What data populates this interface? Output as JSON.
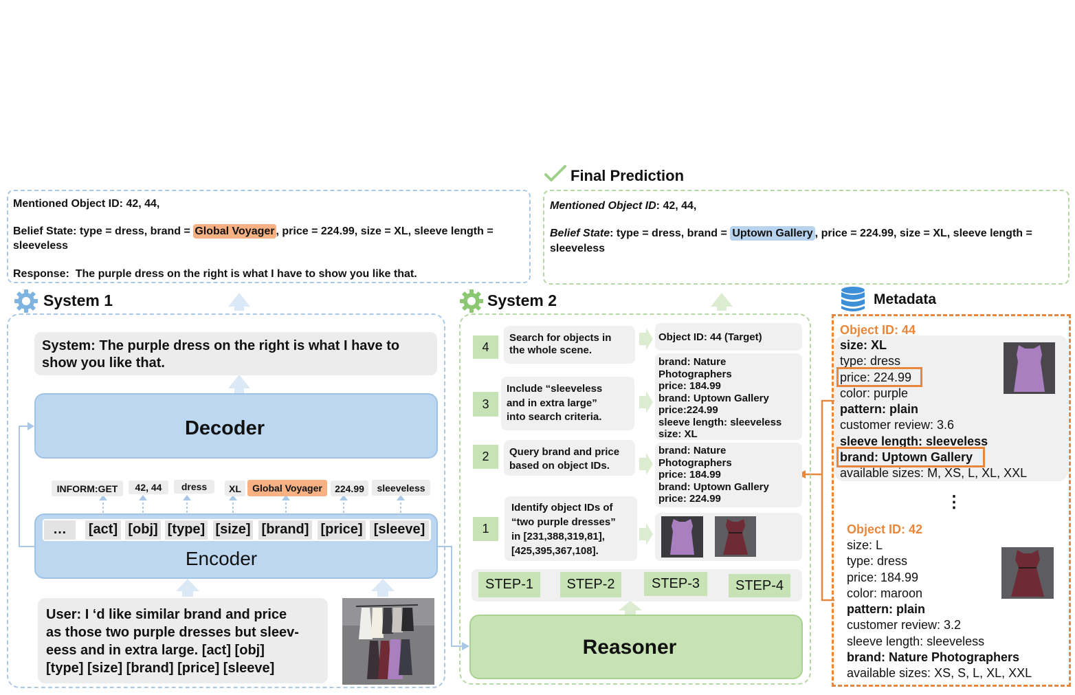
{
  "final_prediction": {
    "title": "Final Prediction",
    "mentioned_label": "Mentioned Object ID",
    "mentioned_value": ": 42, 44,",
    "belief_label": "Belief State",
    "belief_pre": ": type = dress, brand = ",
    "belief_brand": "Uptown Gallery",
    "belief_post": ", price = 224.99, size = XL, sleeve length =",
    "belief_line2": "sleeveless"
  },
  "system1_output": {
    "mentioned": "Mentioned Object ID: 42, 44,",
    "belief_pre": "Belief State: type = dress, brand = ",
    "belief_brand": "Global Voyager",
    "belief_post": ", price = 224.99, size = XL, sleeve length =",
    "belief_line2": "sleeveless",
    "response": "Response:  The purple dress on the right is what I have to show you like that."
  },
  "system1": {
    "title": "System 1",
    "system_text_1": "System: The purple dress on the right is what I have to",
    "system_text_2": "show you like that.",
    "decoder": "Decoder",
    "encoder": "Encoder",
    "slots": {
      "ellipsis": "…",
      "act": "[act]",
      "obj": "[obj]",
      "type": "[type]",
      "size": "[size]",
      "brand": "[brand]",
      "price": "[price]",
      "sleeve": "[sleeve]"
    },
    "chips": {
      "act": "INFORM:GET",
      "obj": "42, 44",
      "type": "dress",
      "size": "XL",
      "brand": "Global Voyager",
      "price": "224.99",
      "sleeve": "sleeveless"
    },
    "user_lines": [
      "User: I ‘d like similar brand and price",
      "as those two purple dresses but sleev-",
      "eess and in extra large. [act] [obj]",
      "[type] [size] [brand] [price] [sleeve]"
    ]
  },
  "system2": {
    "title": "System 2",
    "steps": [
      {
        "num": "4",
        "lines": [
          "Search for objects in",
          "the whole scene."
        ]
      },
      {
        "num": "3",
        "lines": [
          "Include “sleeveless",
          "and in extra large”",
          "into search criteria."
        ]
      },
      {
        "num": "2",
        "lines": [
          "Query brand and price",
          "based on object IDs."
        ]
      },
      {
        "num": "1",
        "lines": [
          "Identify object IDs of",
          "“two purple dresses”",
          "in [231,388,319,81],",
          "[425,395,367,108]."
        ]
      }
    ],
    "results": {
      "r4": [
        "Object ID: 44 (Target)"
      ],
      "r3": [
        "brand: Nature",
        "Photographers",
        "price: 184.99",
        "brand: Uptown Gallery",
        "price:224.99",
        "sleeve length: sleeveless",
        "size: XL"
      ],
      "r2": [
        "brand: Nature",
        "Photographers",
        "price: 184.99",
        "brand: Uptown Gallery",
        "price: 224.99"
      ]
    },
    "step_labels": [
      "STEP-1",
      "STEP-2",
      "STEP-3",
      "STEP-4"
    ],
    "reasoner": "Reasoner"
  },
  "metadata": {
    "title": "Metadata",
    "obj44": {
      "title": "Object ID: 44",
      "size": "size: XL",
      "type": "type: dress",
      "price": "price: 224.99",
      "color": "color: purple",
      "pattern": "pattern: plain",
      "review": "customer review: 3.6",
      "sleeve": "sleeve length: sleeveless",
      "brand": "brand: Uptown Gallery",
      "sizes": "available sizes: M, XS, L, XL, XXL"
    },
    "ellipsis": "⋮",
    "obj42": {
      "title": "Object ID: 42",
      "size": "size: L",
      "type": "type: dress",
      "price": "price: 184.99",
      "color": "color: maroon",
      "pattern": "pattern: plain",
      "review": "customer review: 3.2",
      "sleeve": "sleeve length: sleeveless",
      "brand": "brand: Nature Photographers",
      "sizes": "available sizes: XS, S, L, XL, XXL"
    }
  },
  "colors": {
    "blue_fill": "#bcd7ef",
    "green_fill": "#c7e2b4",
    "orange": "#e8873c",
    "purple_dress": "#a97fc0",
    "maroon_dress": "#6e2a35"
  },
  "icons": [
    "check-icon",
    "gear-icon",
    "database-icon",
    "arrow-up-icon",
    "arrow-right-icon"
  ]
}
